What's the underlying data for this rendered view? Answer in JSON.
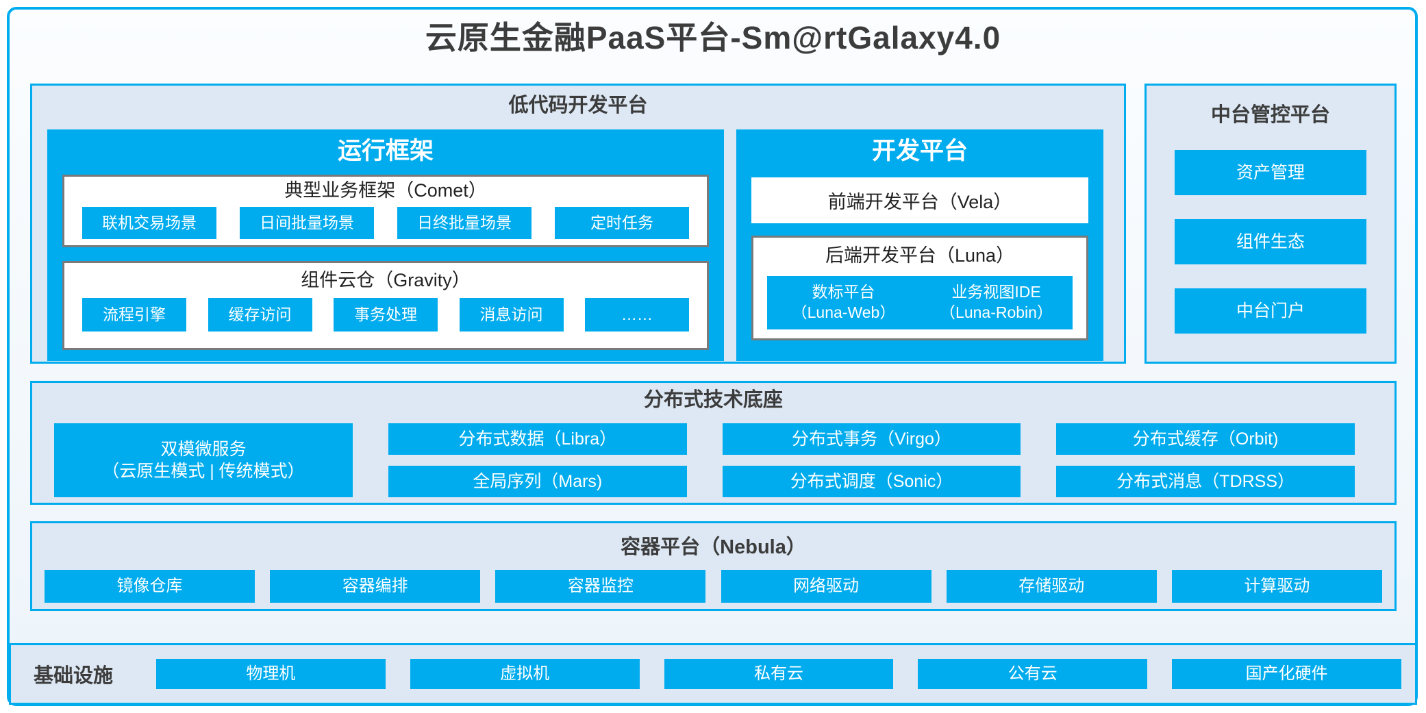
{
  "title": "云原生金融PaaS平台-Sm@rtGalaxy4.0",
  "colors": {
    "accent": "#00ACEE",
    "panel_fill": "#DDE8F4",
    "grey_border": "#7A7A7A",
    "dark_text": "#3B3B3B"
  },
  "low_code": {
    "title": "低代码开发平台",
    "runtime": {
      "title": "运行框架",
      "comet": {
        "title": "典型业务框架（Comet）",
        "items": [
          "联机交易场景",
          "日间批量场景",
          "日终批量场景",
          "定时任务"
        ]
      },
      "gravity": {
        "title": "组件云仓（Gravity）",
        "items": [
          "流程引擎",
          "缓存访问",
          "事务处理",
          "消息访问",
          "……"
        ]
      }
    },
    "dev": {
      "title": "开发平台",
      "vela": "前端开发平台（Vela）",
      "luna": {
        "title": "后端开发平台（Luna）",
        "items": [
          "数标平台\n（Luna-Web）",
          "业务视图IDE\n（Luna-Robin）"
        ]
      }
    }
  },
  "middle_platform": {
    "title": "中台管控平台",
    "items": [
      "资产管理",
      "组件生态",
      "中台门户"
    ]
  },
  "distributed": {
    "title": "分布式技术底座",
    "dual_mode": "双模微服务\n（云原生模式 | 传统模式）",
    "items": [
      "分布式数据（Libra）",
      "全局序列（Mars)",
      "分布式事务（Virgo）",
      "分布式调度（Sonic）",
      "分布式缓存（Orbit)",
      "分布式消息（TDRSS）"
    ]
  },
  "container_platform": {
    "title": "容器平台（Nebula）",
    "items": [
      "镜像仓库",
      "容器编排",
      "容器监控",
      "网络驱动",
      "存储驱动",
      "计算驱动"
    ]
  },
  "infrastructure": {
    "label": "基础设施",
    "items": [
      "物理机",
      "虚拟机",
      "私有云",
      "公有云",
      "国产化硬件"
    ]
  }
}
